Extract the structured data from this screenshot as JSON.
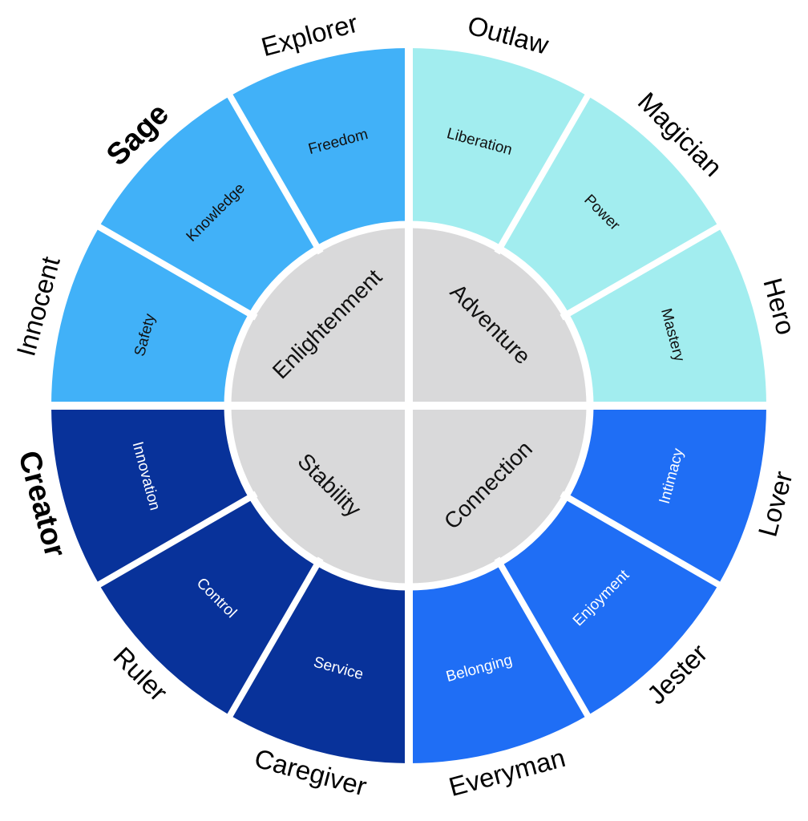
{
  "title": "Brand Archetypes Wheel",
  "colors": {
    "enlightenment": "#41b1f8",
    "adventure": "#a2edef",
    "connection": "#1f6ef5",
    "stability": "#08329a",
    "core": "#d9d9da",
    "gap": "#ffffff"
  },
  "quadrants": [
    {
      "key": "enlightenment",
      "core_label": "Enlightenment",
      "segments": [
        {
          "archetype": "Innocent",
          "value": "Safety",
          "bold": false
        },
        {
          "archetype": "Sage",
          "value": "Knowledge",
          "bold": true
        },
        {
          "archetype": "Explorer",
          "value": "Freedom",
          "bold": false
        }
      ]
    },
    {
      "key": "adventure",
      "core_label": "Adventure",
      "segments": [
        {
          "archetype": "Outlaw",
          "value": "Liberation",
          "bold": false
        },
        {
          "archetype": "Magician",
          "value": "Power",
          "bold": false
        },
        {
          "archetype": "Hero",
          "value": "Mastery",
          "bold": false
        }
      ]
    },
    {
      "key": "connection",
      "core_label": "Connection",
      "segments": [
        {
          "archetype": "Lover",
          "value": "Intimacy",
          "bold": false
        },
        {
          "archetype": "Jester",
          "value": "Enjoyment",
          "bold": false
        },
        {
          "archetype": "Everyman",
          "value": "Belonging",
          "bold": false
        }
      ]
    },
    {
      "key": "stability",
      "core_label": "Stability",
      "segments": [
        {
          "archetype": "Caregiver",
          "value": "Service",
          "bold": false
        },
        {
          "archetype": "Ruler",
          "value": "Control",
          "bold": false
        },
        {
          "archetype": "Creator",
          "value": "Innovation",
          "bold": true
        }
      ]
    }
  ]
}
